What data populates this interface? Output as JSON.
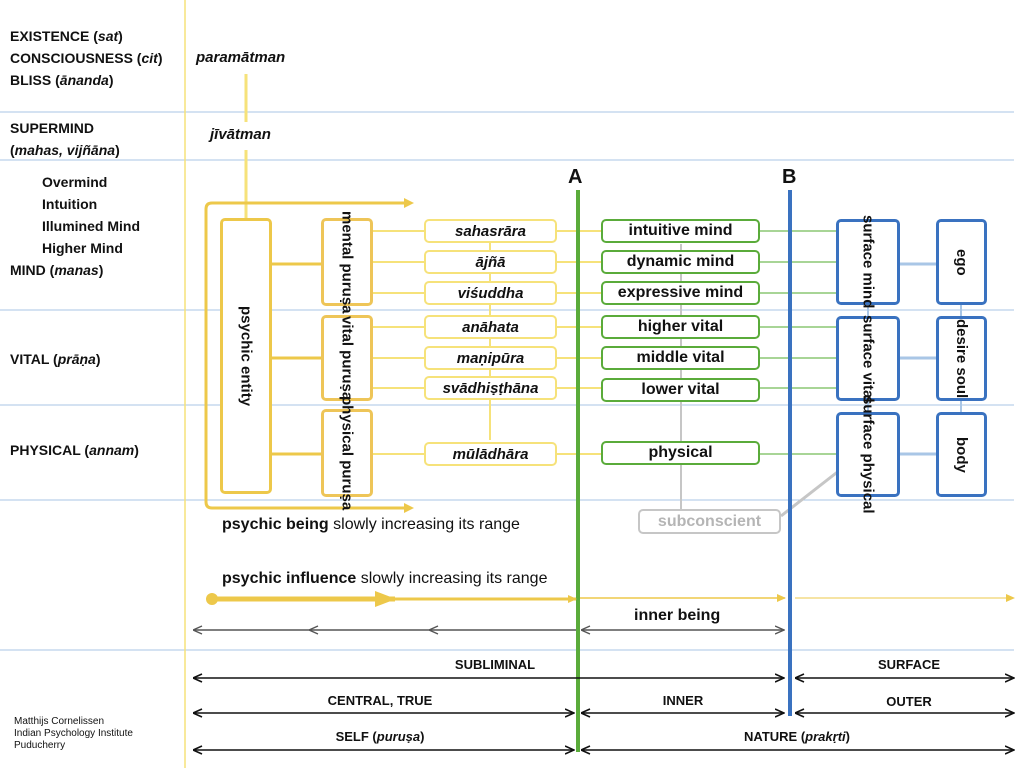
{
  "levels": {
    "existence": "EXISTENCE",
    "existence_sk": "sat",
    "consciousness": "CONSCIOUSNESS",
    "consciousness_sk": "cit",
    "bliss": "BLISS",
    "bliss_sk": "ānanda",
    "supermind": "SUPERMIND",
    "supermind_sk": "mahas, vijñāna",
    "mind_sublevels": [
      "Overmind",
      "Intuition",
      "Illumined Mind",
      "Higher Mind"
    ],
    "mind": "MIND",
    "mind_sk": "manas",
    "vital": "VITAL",
    "vital_sk": "prāṇa",
    "physical": "PHYSICAL",
    "physical_sk": "annam"
  },
  "self": {
    "paramatman": "paramātman",
    "jivatman": "jīvātman"
  },
  "psychic": {
    "entity": "psychic entity",
    "mental_purusa": "mental puruṣa",
    "vital_purusa": "vital puruṣa",
    "physical_purusa": "physical puruṣa"
  },
  "chakras": [
    "sahasrāra",
    "ājñā",
    "viśuddha",
    "anāhata",
    "maṇipūra",
    "svādhiṣṭhāna",
    "mūlādhāra"
  ],
  "inner_parts": [
    "intuitive mind",
    "dynamic mind",
    "expressive mind",
    "higher vital",
    "middle vital",
    "lower vital",
    "physical"
  ],
  "subconscient": "subconscient",
  "surface_parts": [
    "surface mind",
    "surface vital",
    "surface physical"
  ],
  "outer_parts": [
    "ego",
    "desire soul",
    "body"
  ],
  "markers": {
    "a": "A",
    "b": "B"
  },
  "captions": {
    "psychic_being_bold": "psychic being",
    "psychic_being_rest": "slowly increasing its range",
    "psychic_influence_bold": "psychic influence",
    "psychic_influence_rest": "slowly increasing its range",
    "inner_being": "inner being"
  },
  "zones": {
    "subliminal": "SUBLIMINAL",
    "surface": "SURFACE",
    "central_true": "CENTRAL, TRUE",
    "inner": "INNER",
    "outer": "OUTER",
    "self_label": "SELF",
    "self_sk": "puruṣa",
    "nature_label": "NATURE",
    "nature_sk": "prakṛti"
  },
  "credit": [
    "Matthijs Cornelissen",
    "Indian Psychology Institute",
    "Puducherry"
  ],
  "colors": {
    "yellow": "#f6e27a",
    "orange": "#edc84a",
    "green": "#5aab3a",
    "blue": "#3a72c0",
    "gray": "#c6c6c6",
    "rule": "#a9c6e6"
  }
}
